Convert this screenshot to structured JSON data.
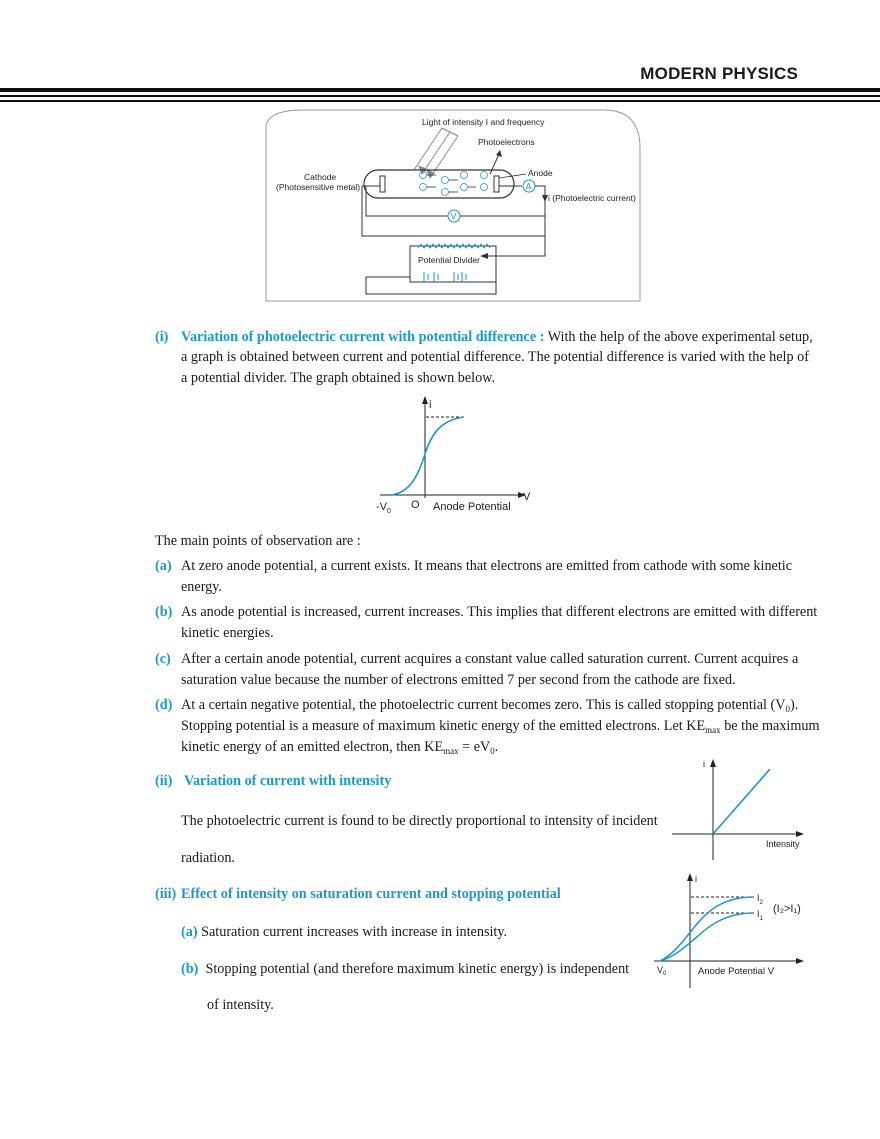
{
  "header": {
    "title": "MODERN PHYSICS"
  },
  "setup_diagram": {
    "light_label": "Light of intensity I and frequency",
    "photoelectrons_label": "Photoelectrons",
    "cathode_label": "Cathode",
    "cathode_sub_label": "(Photosensitive metal)",
    "anode_label": "Anode",
    "ammeter_symbol": "A",
    "voltmeter_symbol": "V",
    "current_label": "i (Photoelectric current)",
    "potential_divider_label": "Potential Divider"
  },
  "section_i": {
    "number": "(i)",
    "heading": "Variation of photoelectric current with potential difference   :",
    "text_line1": "With the help of the above experimental setup,",
    "text_line2": "a graph is obtained between current and potential difference. The potential difference is varied with the help of",
    "text_line3": "a potential divider. The graph obtained is shown below."
  },
  "graph1": {
    "y_label": "i",
    "x_label": "V",
    "origin_label": "O",
    "neg_v_label": "-V",
    "neg_v_sub": "0",
    "axis_caption": "Anode Potential"
  },
  "observations": {
    "intro": "The main points of observation are :",
    "items": [
      {
        "label": "(a)",
        "line1": "At zero anode potential, a current exists. It means that electrons are emitted from cathode with some kinetic",
        "line2": "energy."
      },
      {
        "label": "(b)",
        "line1": "As anode potential is increased, current increases. This implies that different electrons are emitted with different",
        "line2": "kinetic energies."
      },
      {
        "label": "(c)",
        "line1": "After a certain anode potential, current acquires a constant value called saturation current. Current acquires a",
        "line2": "saturation value because the number of electrons emitted 7 per second from the cathode are fixed."
      },
      {
        "label": "(d)",
        "line1_a": "At a certain negative potential, the photoelectric current becomes zero. This is called stopping potential (V",
        "line1_sub": "0",
        "line1_b": ").",
        "line2_a": "Stopping potential is a measure of maximum kinetic energy of the emitted electrons. Let KE",
        "line2_sub": "max",
        "line2_b": " be the maximum",
        "line3_a": "kinetic energy of an emitted electron, then KE",
        "line3_sub": "max",
        "line3_b": " = eV",
        "line3_sub2": "0",
        "line3_c": "."
      }
    ]
  },
  "section_ii": {
    "number": "(ii)",
    "heading": "Variation of current with intensity",
    "text_line1": "The photoelectric current is found to be directly proportional to intensity of incident",
    "text_line2": "radiation."
  },
  "graph2": {
    "y_label": "i",
    "x_label": "Intensity"
  },
  "section_iii": {
    "number": "(iii)",
    "heading": "Effect of intensity on saturation current and stopping potential",
    "a_label": "(a)",
    "a_text": "Saturation current increases with increase in intensity.",
    "b_label": "(b)",
    "b_text_line1": "Stopping potential (and therefore maximum kinetic energy) is independent",
    "b_text_line2": "of intensity."
  },
  "graph3": {
    "y_label": "i",
    "curve2_label": "I",
    "curve2_sub": "2",
    "curve1_label": "I",
    "curve1_sub": "1",
    "relation": "(I₂>I₁)",
    "v0_label": "V",
    "v0_sub": "0",
    "axis_caption": "Anode Potential V"
  },
  "colors": {
    "accent": "#1b9ac9",
    "curve": "#1b9ac9"
  }
}
